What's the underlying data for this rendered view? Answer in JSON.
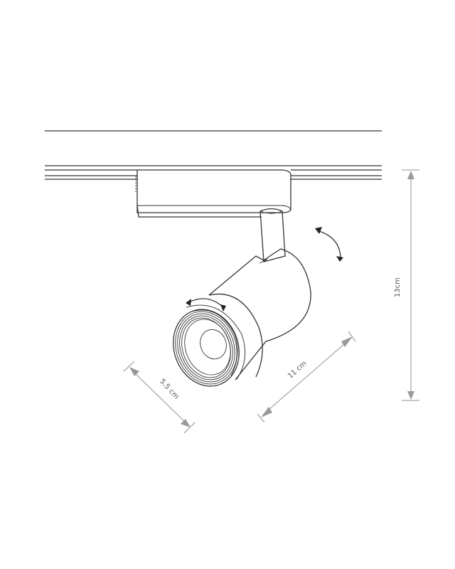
{
  "diagram": {
    "title": "Track spotlight dimension drawing",
    "colors": {
      "outline": "#333333",
      "dimension": "#a9a9a9",
      "label": "#555555",
      "background": "#ffffff"
    },
    "dimensions": {
      "height": {
        "label": "13cm",
        "orientation": "vertical"
      },
      "length": {
        "label": "11 cm",
        "orientation": "diagonal"
      },
      "diameter": {
        "label": "5.5 cm",
        "orientation": "diagonal"
      }
    },
    "components": [
      "ceiling-line",
      "track-rail",
      "track-adapter",
      "stem",
      "spot-body",
      "lens-ring",
      "lens"
    ],
    "annotations": [
      {
        "name": "tilt-arrow",
        "meaning": "head tilts"
      },
      {
        "name": "rotate-arrow",
        "meaning": "ring rotates"
      }
    ]
  }
}
